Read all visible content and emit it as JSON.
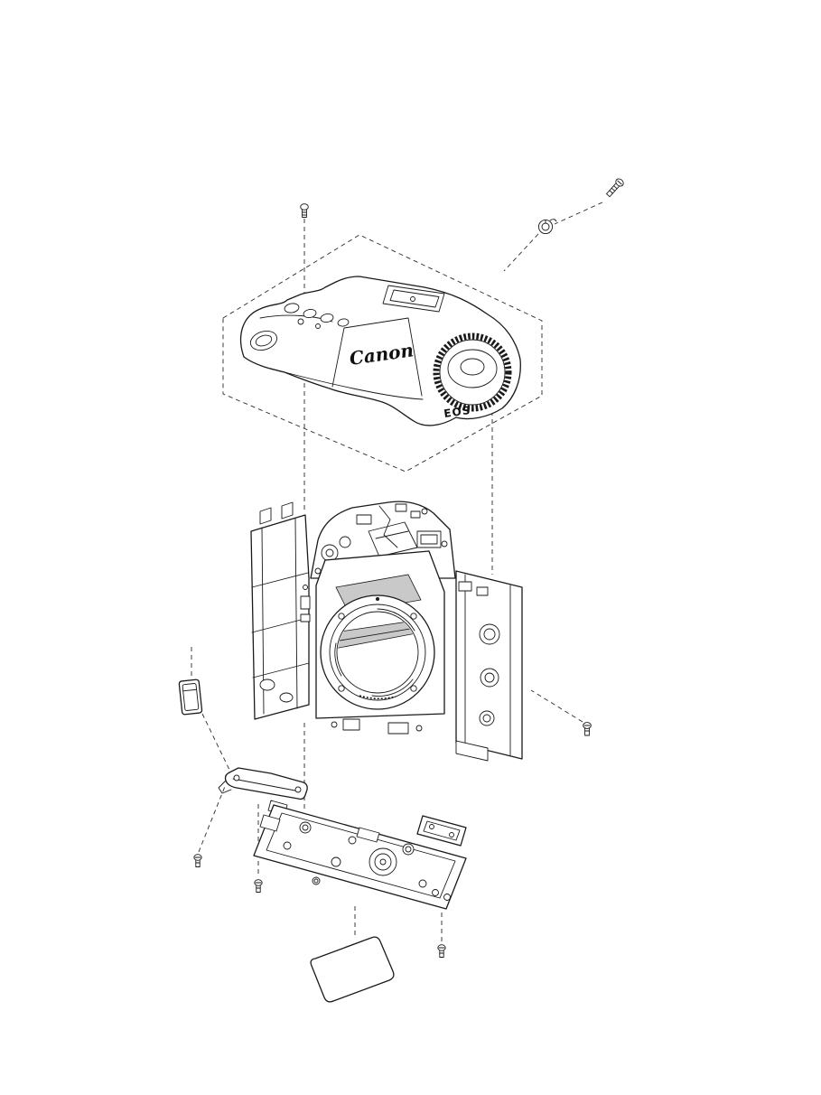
{
  "page": {
    "background_color": "#ffffff",
    "ink_color": "#1a1a1a"
  },
  "diagram": {
    "kind": "exploded-view parts diagram",
    "subject": "DSLR camera body - top and bottom cover disassembly",
    "labels": {
      "brand": "Canon",
      "series": "EOS"
    },
    "parts": [
      {
        "id": "top-cover-screw",
        "desc": "small screw above top cover"
      },
      {
        "id": "angled-screw",
        "desc": "angled screw, upper right"
      },
      {
        "id": "strap-eyelet",
        "desc": "eyelet ring part"
      },
      {
        "id": "top-cover-assembly",
        "desc": "top cover with hot shoe, buttons and mode dial"
      },
      {
        "id": "assembly-envelope",
        "desc": "dashed isometric envelope around top cover"
      },
      {
        "id": "main-body-chassis",
        "desc": "main body with mirror box and lens mount"
      },
      {
        "id": "side-small-part",
        "desc": "small side cover part, left"
      },
      {
        "id": "body-side-screw",
        "desc": "screw right of body"
      },
      {
        "id": "bottom-bracket-arm",
        "desc": "thin bracket arm, bottom left"
      },
      {
        "id": "bottom-cover-plate",
        "desc": "bottom cover plate with tripod socket"
      },
      {
        "id": "bottom-small-plate",
        "desc": "small plate at right end of bottom cover"
      },
      {
        "id": "bottom-screw-left",
        "desc": "bottom screw"
      },
      {
        "id": "bottom-screw-mid",
        "desc": "bottom screw"
      },
      {
        "id": "bottom-screw-right",
        "desc": "bottom screw"
      },
      {
        "id": "insulation-sheet",
        "desc": "thin sheet below bottom cover"
      }
    ]
  }
}
